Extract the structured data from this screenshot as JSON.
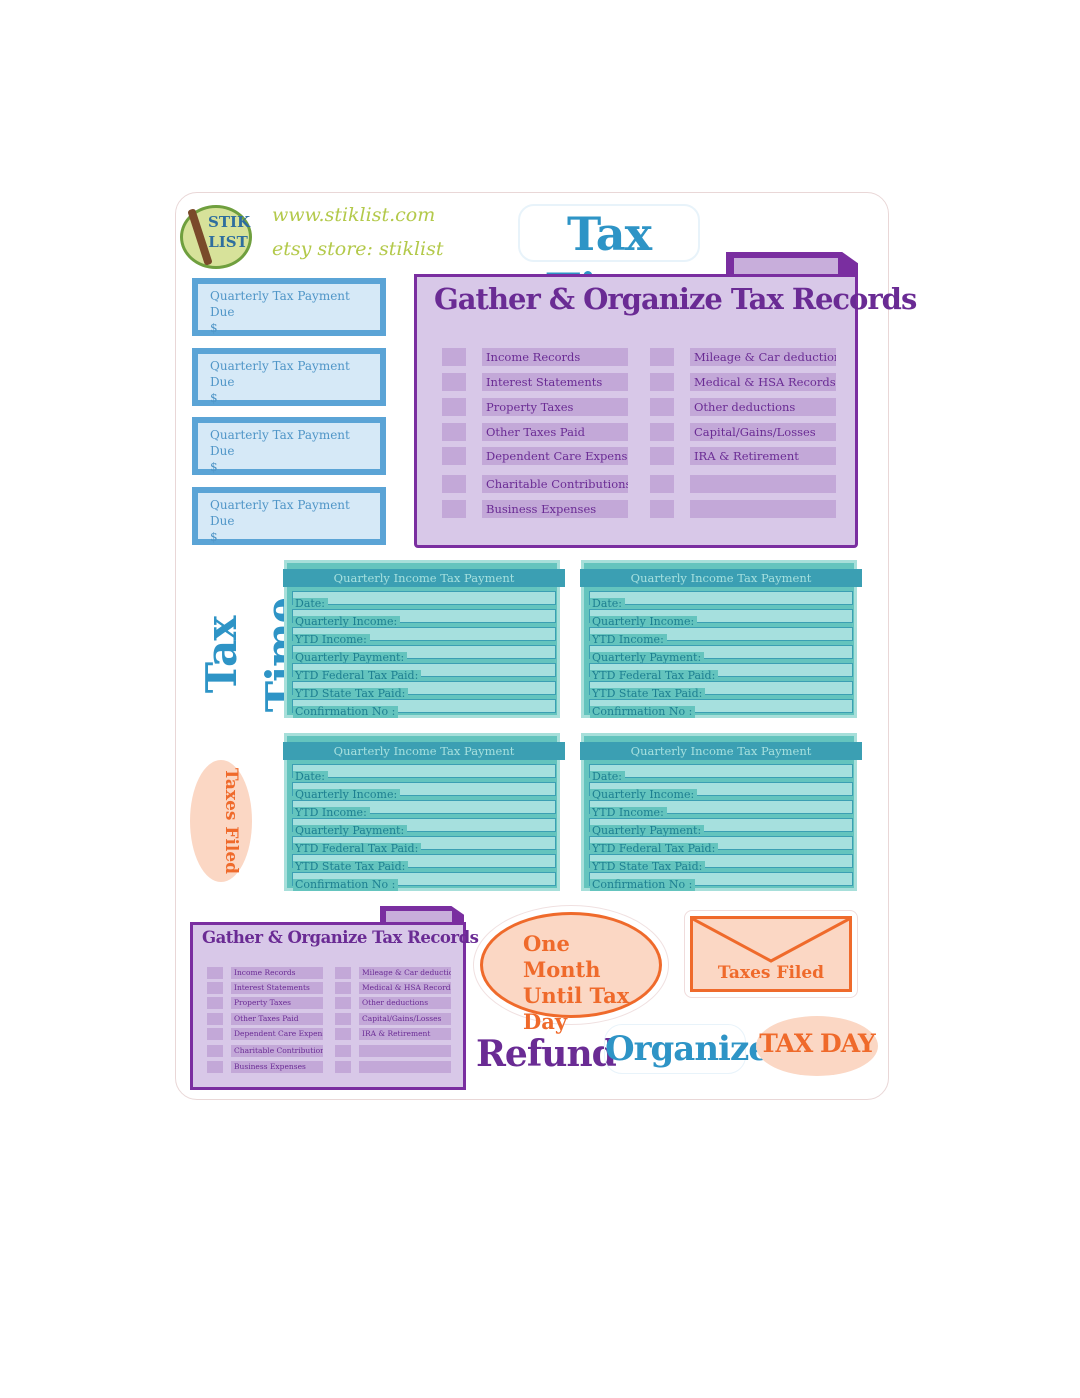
{
  "branding": {
    "logo_text_1": "STIK",
    "logo_text_2": "LIST",
    "website": "www.stiklist.com",
    "etsy": "etsy store: stiklist"
  },
  "headline": "Tax Time",
  "quarterly_due": {
    "label": "Quarterly Tax Payment Due",
    "currency": "$"
  },
  "folder": {
    "title": "Gather & Organize Tax Records",
    "left_items": [
      "Income Records",
      "Interest Statements",
      "Property Taxes",
      "Other Taxes Paid",
      "Dependent Care Expenses",
      "Charitable Contributions",
      "Business Expenses"
    ],
    "right_items": [
      "Mileage & Car deductions",
      "Medical & HSA Records",
      "Other deductions",
      "Capital/Gains/Losses",
      "IRA & Retirement",
      "",
      ""
    ]
  },
  "payment_card": {
    "title": "Quarterly Income Tax Payment",
    "fields": [
      "Date:",
      "Quarterly Income:",
      "YTD Income:",
      "Quarterly Payment:",
      "YTD Federal Tax Paid:",
      "YTD State Tax Paid:",
      "Confirmation No :"
    ]
  },
  "stickers": {
    "tax_time_vertical": "Tax Time",
    "taxes_filed_oval": "Taxes Filed",
    "one_month": "One Month Until Tax Day",
    "envelope": "Taxes Filed",
    "refund": "Refund",
    "organize": "Organize",
    "tax_day": "TAX DAY"
  },
  "colors": {
    "purple": "#7a2ea0",
    "lavender": "#d8c8e8",
    "teal": "#64c4be",
    "blue": "#2e94c6",
    "orange": "#ef6a2b",
    "peach": "#fbd7c4",
    "green": "#b3c94a"
  }
}
